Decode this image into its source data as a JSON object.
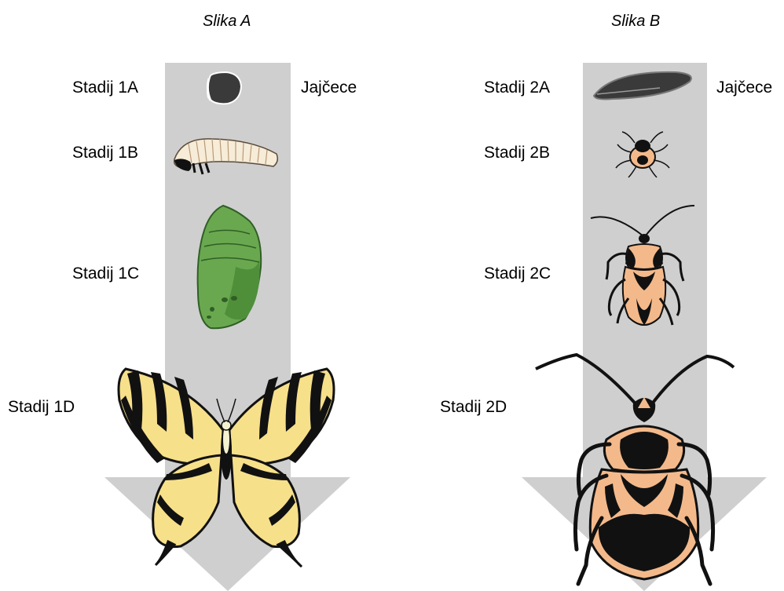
{
  "panels": [
    {
      "title": "Slika A",
      "stages": [
        "Stadij 1A",
        "Stadij 1B",
        "Stadij 1C",
        "Stadij 1D"
      ],
      "egg_label": "Jajčece",
      "organisms": [
        "egg-icon",
        "caterpillar-icon",
        "chrysalis-icon",
        "butterfly-icon"
      ]
    },
    {
      "title": "Slika B",
      "stages": [
        "Stadij 2A",
        "Stadij 2B",
        "Stadij 2C",
        "Stadij 2D"
      ],
      "egg_label": "Jajčece",
      "organisms": [
        "egg-icon",
        "nymph-icon",
        "nymph-icon",
        "bug-icon"
      ]
    }
  ],
  "colors": {
    "arrow": "#cfcfcf",
    "egg": "#3a3a3a",
    "chrysalis": "#6aa84f",
    "butterfly_wing": "#f7e08a",
    "bug_body": "#f4b98a",
    "black": "#111111"
  }
}
